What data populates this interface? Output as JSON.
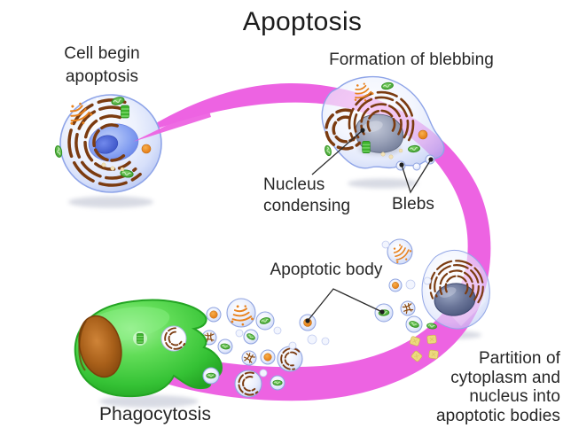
{
  "title": "Apoptosis",
  "labels": {
    "stage_begin_line1": "Cell begin",
    "stage_begin_line2": "apoptosis",
    "stage_blebbing": "Formation of blebbing",
    "nucleus_line1": "Nucleus",
    "nucleus_line2": "condensing",
    "blebs": "Blebs",
    "apoptotic_body": "Apoptotic body",
    "partition_line1": "Partition of",
    "partition_line2": "cytoplasm and",
    "partition_line3": "nucleus into",
    "partition_line4": "apoptotic bodies",
    "phagocytosis": "Phagocytosis"
  },
  "colors": {
    "arrow_pink": "#ed63e2",
    "cell_fill": "#e3e9fc",
    "cell_border": "#8ea4e8",
    "nucleus_blue": "#5c79e4",
    "nucleolus_blue": "#3a53c6",
    "condensed_nucleus_gray": "#8a93a8",
    "er_brown": "#7b3b10",
    "golgi_orange": "#e8821e",
    "mitochondria_green": "#4db43c",
    "phagocyte_green": "#3ecb3e",
    "phagocyte_nucleus_brown": "#a8651c",
    "fragment_yellow": "#ecd97e",
    "text": "#262626",
    "background": "#ffffff"
  }
}
